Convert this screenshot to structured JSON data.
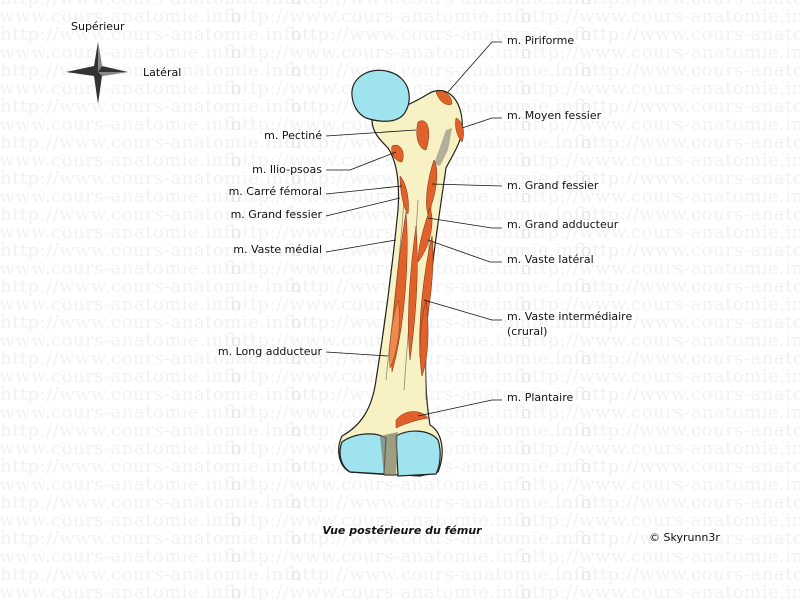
{
  "watermark": {
    "text": "http://www.cours-anatomie.info"
  },
  "compass": {
    "superior": "Supérieur",
    "lateral": "Latéral"
  },
  "labels_left": {
    "pectine": "m. Pectiné",
    "ilio_psoas": "m. Ilio-psoas",
    "carre_femoral": "m. Carré fémoral",
    "grand_fessier": "m. Grand fessier",
    "vaste_medial": "m. Vaste médial",
    "long_adducteur": "m. Long adducteur"
  },
  "labels_right": {
    "piriforme": "m. Piriforme",
    "moyen_fessier": "m. Moyen fessier",
    "grand_fessier": "m. Grand fessier",
    "grand_adducteur": "m. Grand adducteur",
    "vaste_lateral": "m. Vaste latéral",
    "vaste_intermediaire_1": "m. Vaste intermédiaire",
    "vaste_intermediaire_2": "(crural)",
    "plantaire": "m. Plantaire"
  },
  "caption": "Vue postérieure du fémur",
  "credit": "© Skyrunn3r",
  "colors": {
    "bone": "#f8f1c4",
    "cartilage": "#9fe3ee",
    "muscle": "#e0622a"
  }
}
